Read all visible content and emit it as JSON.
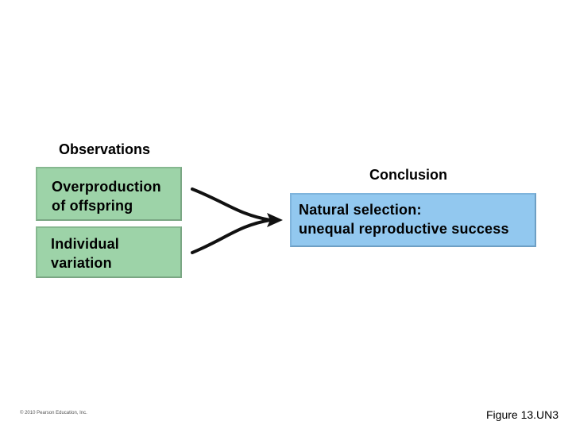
{
  "observations": {
    "heading": "Observations",
    "items": [
      {
        "line1": "Overproduction",
        "line2": "of offspring"
      },
      {
        "line1": "Individual",
        "line2": "variation"
      }
    ],
    "box_color": "#9dd3a8"
  },
  "conclusion": {
    "heading": "Conclusion",
    "line1": "Natural selection:",
    "line2": "unequal reproductive success",
    "box_color": "#92c8ef"
  },
  "footer": {
    "copyright": "© 2010 Pearson Education, Inc.",
    "figure_label": "Figure 13.UN3"
  }
}
